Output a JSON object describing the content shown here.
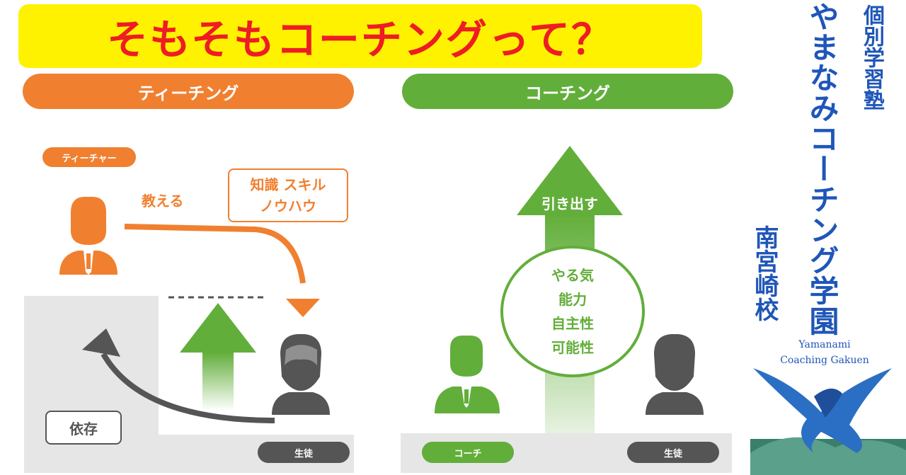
{
  "title": "そもそもコーチングって？",
  "teaching": {
    "header": "ティーチング",
    "teacher_badge": "ティーチャー",
    "teach_label": "教える",
    "knowledge_line1": "知識 スキル",
    "knowledge_line2": "ノウハウ",
    "dependence_label": "依存",
    "student_badge": "生徒",
    "color": "#f08030"
  },
  "coaching": {
    "header": "コーチング",
    "pull_label": "引き出す",
    "circle_items": [
      "やる気",
      "能力",
      "自主性",
      "可能性"
    ],
    "coach_badge": "コーチ",
    "student_badge": "生徒",
    "color": "#62ae3a"
  },
  "brand": {
    "school_type": "個別学習塾",
    "school_name": "やまなみコーチング学園",
    "branch": "南宮崎校",
    "english_line1": "Yamanami",
    "english_line2": "Coaching Gakuen",
    "color": "#1f56b8"
  },
  "icons": [
    "person-icon",
    "student-icon",
    "up-arrow-icon",
    "curved-arrow-icon",
    "eagle-logo"
  ]
}
